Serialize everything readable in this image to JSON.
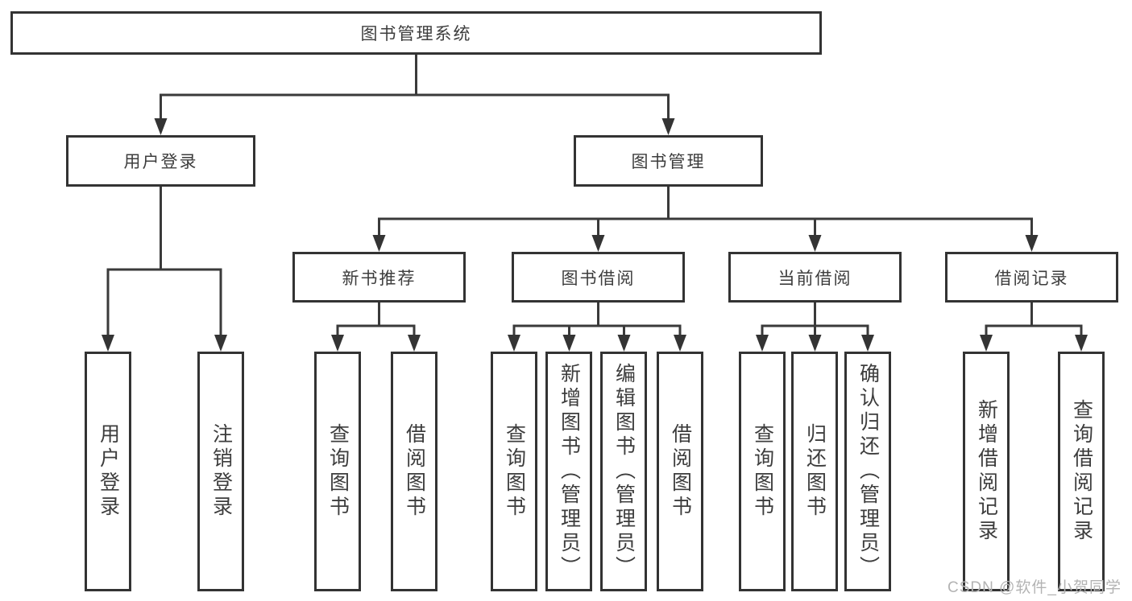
{
  "diagram": {
    "root": {
      "label": "图书管理系统",
      "children": [
        {
          "label": "用户登录",
          "children": [
            {
              "label": "用户登录"
            },
            {
              "label": "注销登录"
            }
          ]
        },
        {
          "label": "图书管理",
          "children": [
            {
              "label": "新书推荐",
              "children": [
                {
                  "label": "查询图书"
                },
                {
                  "label": "借阅图书"
                }
              ]
            },
            {
              "label": "图书借阅",
              "children": [
                {
                  "label": "查询图书"
                },
                {
                  "label": "新增图书（管理员）"
                },
                {
                  "label": "编辑图书（管理员）"
                },
                {
                  "label": "借阅图书"
                }
              ]
            },
            {
              "label": "当前借阅",
              "children": [
                {
                  "label": "查询图书"
                },
                {
                  "label": "归还图书"
                },
                {
                  "label": "确认归还（管理员）"
                }
              ]
            },
            {
              "label": "借阅记录",
              "children": [
                {
                  "label": "新增借阅记录"
                },
                {
                  "label": "查询借阅记录"
                }
              ]
            }
          ]
        }
      ]
    }
  },
  "watermark": "CSDN @软件_小贺同学",
  "colors": {
    "line": "#3a3a3a",
    "arrow": "#343434",
    "border": "#333333",
    "text": "#3d3d3d",
    "watermark_text": "#b3b3b3",
    "background": "#ffffff"
  }
}
